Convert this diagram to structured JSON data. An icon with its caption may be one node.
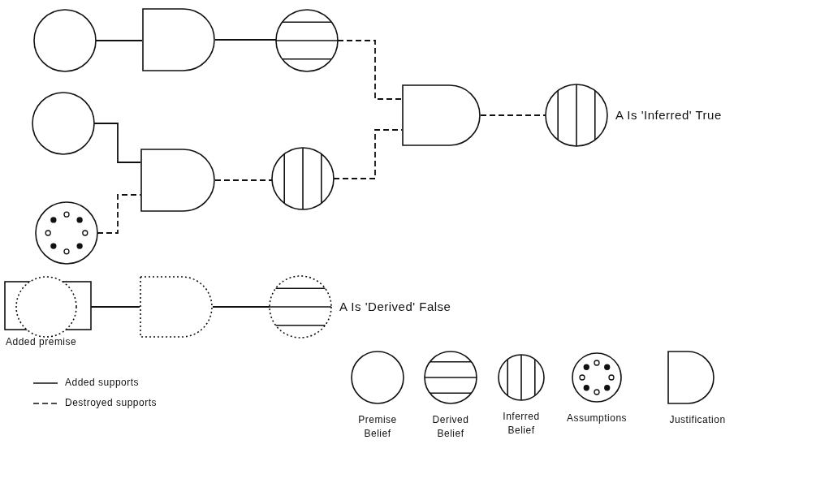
{
  "diagram": {
    "nodes": [
      {
        "text": [],
        "shape": "circle"
      },
      {
        "text": [],
        "shape": "gate"
      },
      {
        "text": [],
        "shape": "circle"
      },
      {
        "text": [],
        "shape": "circle"
      },
      {
        "text": [],
        "shape": "gate"
      },
      {
        "text": [],
        "shape": "circle"
      },
      {
        "text": [],
        "shape": "circle"
      },
      {
        "text": [],
        "shape": "gate"
      },
      {
        "text": [],
        "shape": "circle",
        "beside": [
          "A Is 'Inferred' True"
        ]
      },
      {
        "text": [
          "Added premise"
        ]
      },
      {
        "text": [],
        "shape": "circle",
        "in": 9
      },
      {
        "text": [],
        "shape": "gate"
      },
      {
        "text": [],
        "shape": "circle",
        "beside": [
          "A Is 'Derived' False"
        ]
      }
    ],
    "edges": [
      {
        "from": 0,
        "to": 1,
        "arrow": "none"
      },
      {
        "from": 1,
        "to": 2,
        "arrow": "none"
      },
      {
        "from": 2,
        "to": 7,
        "arrow": "none",
        "style": "dashed"
      },
      {
        "from": 3,
        "to": 4,
        "arrow": "none"
      },
      {
        "from": 5,
        "to": 4,
        "arrow": "none",
        "style": "dashed"
      },
      {
        "from": 4,
        "to": 6,
        "arrow": "none",
        "style": "dashed"
      },
      {
        "from": 6,
        "to": 7,
        "arrow": "none",
        "style": "dashed"
      },
      {
        "from": 7,
        "to": 8,
        "arrow": "none",
        "style": "dashed"
      },
      {
        "from": 10,
        "to": 11,
        "arrow": "none"
      },
      {
        "from": 11,
        "to": 12,
        "arrow": "none"
      }
    ],
    "legend": [
      {
        "text": "Added supports"
      },
      {
        "text": "Destroyed supports"
      },
      {
        "text": "Premise Belief"
      },
      {
        "text": "Derived Belief"
      },
      {
        "text": "Inferred Belief"
      },
      {
        "text": "Assumptions"
      },
      {
        "text": "Justification"
      }
    ]
  }
}
